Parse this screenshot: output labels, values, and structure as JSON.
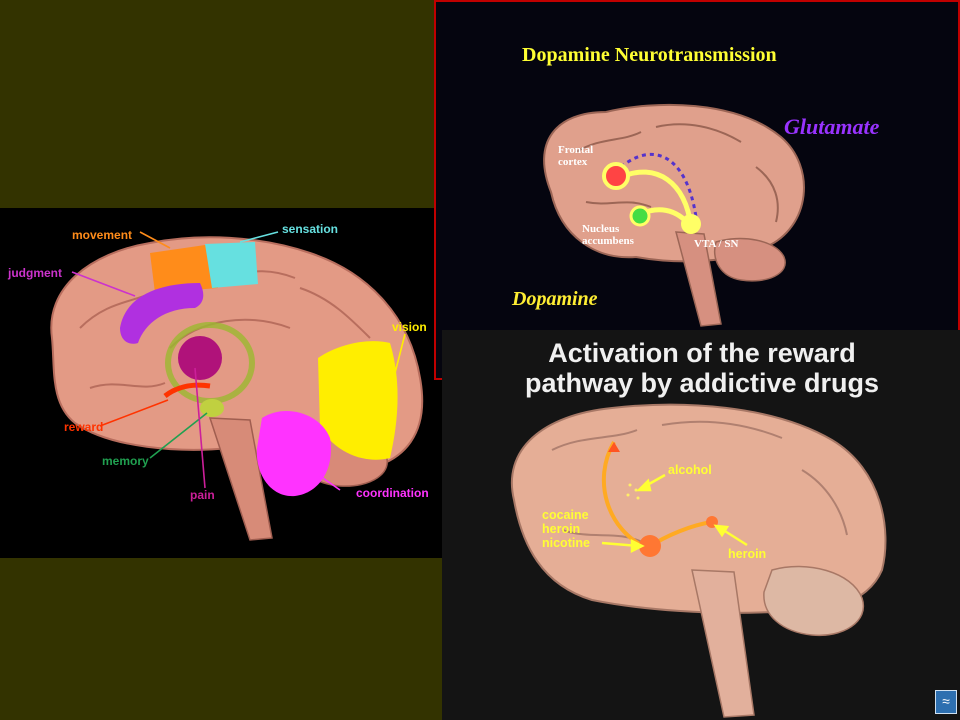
{
  "panel1": {
    "labels": {
      "movement": "movement",
      "sensation": "sensation",
      "judgment": "judgment",
      "vision": "vision",
      "reward": "reward",
      "memory": "memory",
      "pain": "pain",
      "coordination": "coordination"
    },
    "colors": {
      "movement": "#ff8c1a",
      "sensation": "#66e0e0",
      "judgment": "#b030e0",
      "vision": "#ffee00",
      "reward": "#ff3300",
      "memory": "#20a050",
      "pain": "#cc1f9a",
      "coordination": "#ff33ff"
    }
  },
  "panel2": {
    "title": "Dopamine Neurotransmission",
    "glutamate": "Glutamate",
    "dopamine": "Dopamine",
    "frontal_cortex": [
      "Frontal",
      "cortex"
    ],
    "nucleus_accumbens": [
      "Nucleus",
      "accumbens"
    ],
    "vta_sn": "VTA / SN",
    "colors": {
      "title": "#ffff33",
      "glutamate": "#9933ff",
      "dopamine": "#ffee33"
    }
  },
  "panel3": {
    "title": [
      "Activation of the reward",
      "pathway by addictive drugs"
    ],
    "alcohol": "alcohol",
    "cocaine_group": [
      "cocaine",
      "heroin",
      "nicotine"
    ],
    "heroin": "heroin"
  },
  "logo_icon": "publisher-logo-icon"
}
